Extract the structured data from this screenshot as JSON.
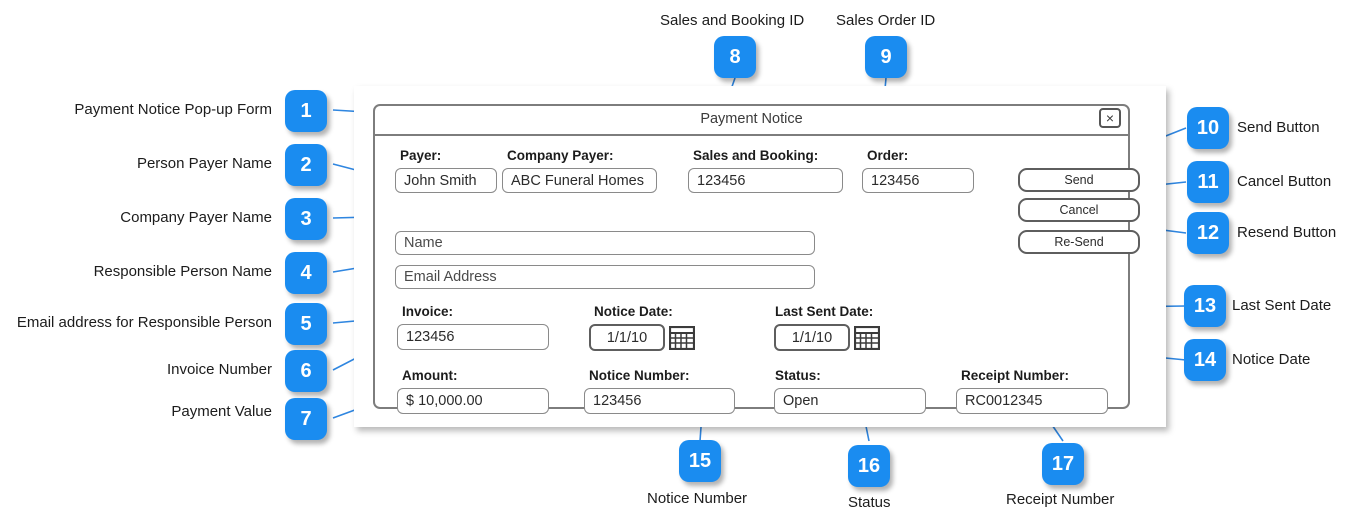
{
  "dialog": {
    "title": "Payment Notice",
    "close_icon": "×",
    "fields": {
      "payer_label": "Payer:",
      "payer_value": "John Smith",
      "company_payer_label": "Company Payer:",
      "company_payer_value": "ABC Funeral Homes",
      "sales_booking_label": "Sales and Booking:",
      "sales_booking_value": "123456",
      "order_label": "Order:",
      "order_value": "123456",
      "name_placeholder": "Name",
      "email_placeholder": "Email Address",
      "invoice_label": "Invoice:",
      "invoice_value": "123456",
      "notice_date_label": "Notice Date:",
      "notice_date_value": "1/1/10",
      "last_sent_date_label": "Last Sent Date:",
      "last_sent_date_value": "1/1/10",
      "amount_label": "Amount:",
      "amount_value": "$ 10,000.00",
      "notice_number_label": "Notice Number:",
      "notice_number_value": "123456",
      "status_label": "Status:",
      "status_value": "Open",
      "receipt_number_label": "Receipt Number:",
      "receipt_number_value": "RC0012345"
    },
    "buttons": {
      "send": "Send",
      "cancel": "Cancel",
      "resend": "Re-Send"
    }
  },
  "annotations": {
    "accent_color": "#1a8cf0",
    "items": [
      {
        "number": "1",
        "label": "Payment Notice Pop-up Form"
      },
      {
        "number": "2",
        "label": "Person Payer Name"
      },
      {
        "number": "3",
        "label": "Company Payer Name"
      },
      {
        "number": "4",
        "label": "Responsible Person Name"
      },
      {
        "number": "5",
        "label": "Email address for Responsible Person"
      },
      {
        "number": "6",
        "label": "Invoice Number"
      },
      {
        "number": "7",
        "label": "Payment Value"
      },
      {
        "number": "8",
        "label": "Sales and Booking ID"
      },
      {
        "number": "9",
        "label": "Sales Order ID"
      },
      {
        "number": "10",
        "label": "Send Button"
      },
      {
        "number": "11",
        "label": "Cancel Button"
      },
      {
        "number": "12",
        "label": "Resend Button"
      },
      {
        "number": "13",
        "label": "Last Sent Date"
      },
      {
        "number": "14",
        "label": "Notice Date"
      },
      {
        "number": "15",
        "label": "Notice Number"
      },
      {
        "number": "16",
        "label": "Status"
      },
      {
        "number": "17",
        "label": "Receipt Number"
      }
    ]
  }
}
